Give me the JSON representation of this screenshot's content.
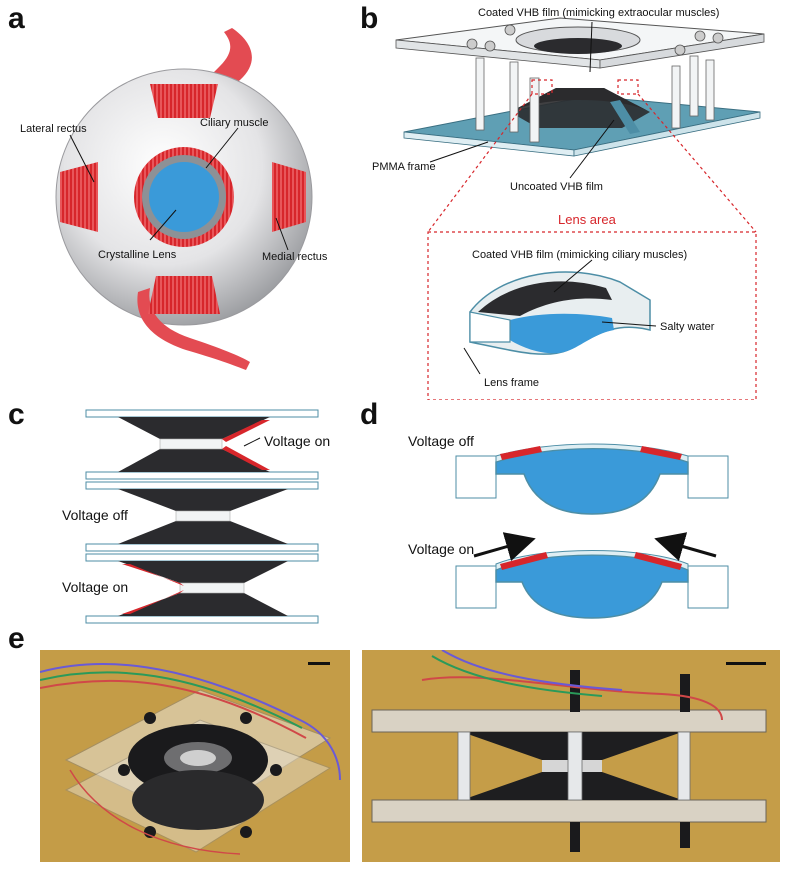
{
  "panels": {
    "a": {
      "letter": "a",
      "labels": {
        "lateral_rectus": "Lateral rectus",
        "ciliary_muscle": "Ciliary muscle",
        "crystalline_lens": "Crystalline Lens",
        "medial_rectus": "Medial rectus"
      }
    },
    "b": {
      "letter": "b",
      "labels": {
        "coated_extraocular": "Coated VHB film (mimicking extraocular muscles)",
        "pmma_frame": "PMMA frame",
        "uncoated_vhb": "Uncoated VHB film",
        "lens_area": "Lens area",
        "coated_ciliary": "Coated VHB film (mimicking ciliary muscles)",
        "salty_water": "Salty water",
        "lens_frame": "Lens frame"
      }
    },
    "c": {
      "letter": "c",
      "labels": {
        "voltage_on_top": "Voltage on",
        "voltage_off": "Voltage off",
        "voltage_on_bottom": "Voltage on"
      }
    },
    "d": {
      "letter": "d",
      "labels": {
        "voltage_off": "Voltage off",
        "voltage_on": "Voltage on"
      }
    },
    "e": {
      "letter": "e"
    }
  },
  "colors": {
    "muscle_red": "#d7262b",
    "lens_blue": "#3a9ad9",
    "film_dark": "#2b2b2e",
    "frame_teal": "#4d8ea6",
    "photo_bg": "#c9a24b"
  }
}
